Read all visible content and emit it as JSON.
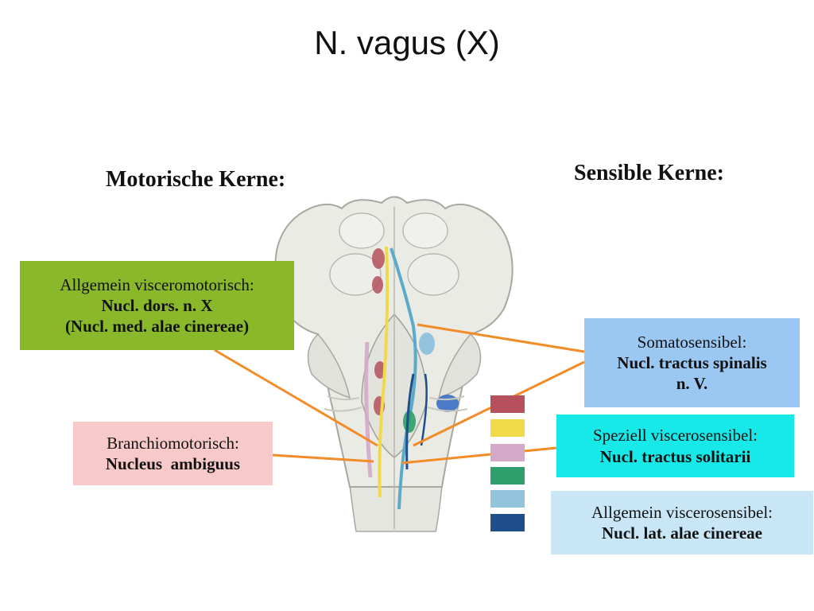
{
  "title": "N. vagus (X)",
  "headings": {
    "motor": "Motorische Kerne:",
    "sensory": "Sensible Kerne:"
  },
  "labels": {
    "visceromotor": {
      "line1": "Allgemein visceromotorisch:",
      "line2": "Nucl. dors. n. X",
      "line3": "(Nucl. med. alae cinereae)",
      "color": "#8ab82b"
    },
    "branchiomotor": {
      "line1": "Branchiomotorisch:",
      "line2": "Nucleus  ambiguus",
      "color": "#f7c9c9"
    },
    "somatosensory": {
      "line1": "Somatosensibel:",
      "line2": "Nucl. tractus spinalis",
      "line3": "n. V.",
      "color": "#9bc8f2"
    },
    "special_viscerosensory": {
      "line1": "Speziell viscerosensibel:",
      "line2": "Nucl. tractus solitarii",
      "color": "#17e8e8"
    },
    "general_viscerosensory": {
      "line1": "Allgemein viscerosensibel:",
      "line2": "Nucl. lat. alae cinereae",
      "color": "#c9e6f7"
    }
  },
  "legend_swatches": [
    "#b5505c",
    "#f0da4a",
    "#d4a8c8",
    "#2e9e6a",
    "#92c4dc",
    "#1f4e8c"
  ],
  "colors": {
    "pointer_lines": "#f28c28",
    "brainstem": "#ebebe6",
    "brainstem_outline": "#a8a8a0"
  }
}
